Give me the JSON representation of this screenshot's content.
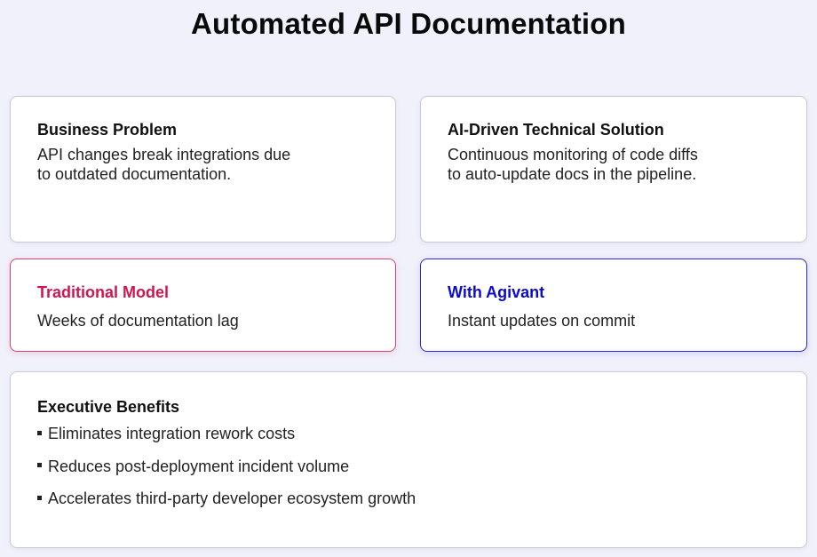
{
  "title": "Automated API Documentation",
  "cards": {
    "business_problem": {
      "heading": "Business Problem",
      "body": "API changes break integrations due to outdated documentation."
    },
    "technical_solution": {
      "heading": "AI-Driven Technical Solution",
      "body": "Continuous monitoring of code diffs to auto-update docs in the pipeline."
    },
    "traditional_model": {
      "heading": "Traditional Model",
      "body": "Weeks of documentation lag",
      "color": "#d0154f"
    },
    "with_agivant": {
      "heading": "With Agivant",
      "body": "Instant updates on commit",
      "color": "#0a0ad0"
    }
  },
  "benefits": {
    "heading": "Executive Benefits",
    "items": [
      "Eliminates integration rework costs",
      "Reduces post-deployment incident volume",
      "Accelerates third-party developer ecosystem growth"
    ]
  }
}
